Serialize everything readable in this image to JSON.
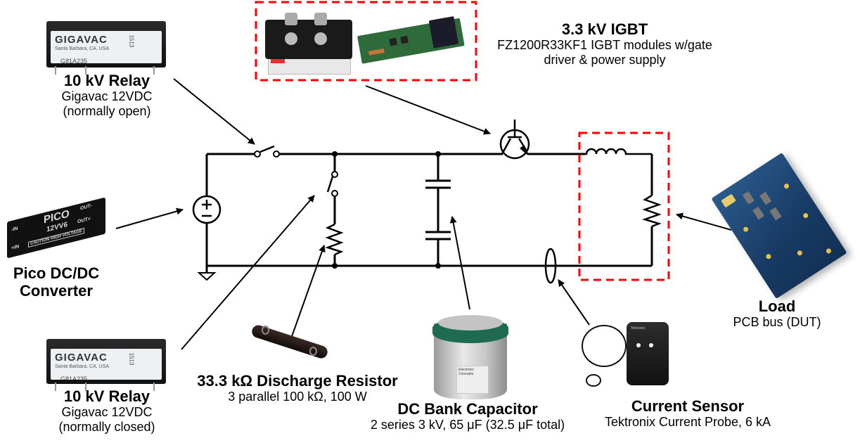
{
  "diagram": {
    "type": "circuit-schematic",
    "description": "Double-pulse / discharge test circuit with labeled component photos"
  },
  "components": {
    "relay_open": {
      "title": "10 kV Relay",
      "line1": "Gigavac 12VDC",
      "line2": "(normally  open)",
      "photo": {
        "brand": "GIGAVAC",
        "location": "Santa Barbara, CA, USA",
        "part": "G81A235",
        "code": "1513",
        "icon": "relay-photo"
      }
    },
    "igbt": {
      "title": "3.3 kV IGBT",
      "line1": "FZ1200R33KF1 IGBT modules w/gate",
      "line2": "driver & power supply",
      "photo": {
        "icon": "igbt-module-photo",
        "icon2": "gate-driver-board-photo"
      },
      "highlight_color": "#ff0000"
    },
    "pico": {
      "title_line1": "Pico DC/DC",
      "title_line2": "Converter",
      "photo": {
        "brand": "PICO",
        "part": "12VV6",
        "pin_in_neg": "-IN",
        "pin_in_pos": "+IN",
        "pin_out_neg": "OUT-",
        "pin_out_pos": "OUT+",
        "caution": "CAUTION HIGH VOLTAGE",
        "icon": "dc-dc-converter-photo"
      }
    },
    "relay_closed": {
      "title": "10 kV Relay",
      "line1": "Gigavac 12VDC",
      "line2": "(normally  closed)",
      "photo": {
        "brand": "GIGAVAC",
        "location": "Santa Barbara, CA, USA",
        "part": "G81A235",
        "code": "1513",
        "icon": "relay-photo"
      }
    },
    "resistor": {
      "title": "33.3 kΩ Discharge Resistor",
      "line1": "3 parallel 100 kΩ, 100 W",
      "photo": {
        "icon": "power-resistor-photo"
      }
    },
    "capacitor": {
      "title": "DC Bank Capacitor",
      "line1": "2 series 3 kV, 65 μF (32.5 μF total)",
      "photo": {
        "icon": "capacitor-photo",
        "brand": "Electronic Concepts"
      }
    },
    "current_sensor": {
      "title": "Current Sensor",
      "line1": "Tektronix Current Probe, 6 kA",
      "photo": {
        "icon": "current-probe-photo",
        "brand": "Tektronix"
      }
    },
    "load": {
      "title": "Load",
      "line1": "PCB bus (DUT)",
      "photo": {
        "icon": "pcb-board-photo"
      },
      "highlight_color": "#ff0000"
    }
  },
  "schematic": {
    "symbols": [
      "voltage-source",
      "ground",
      "relay-switch-open",
      "relay-switch-closed",
      "discharge-resistor",
      "capacitor-1",
      "capacitor-2",
      "igbt-transistor",
      "load-inductor",
      "load-resistor",
      "current-probe-loop"
    ],
    "source_plus": "+",
    "source_minus": "−"
  },
  "colors": {
    "wire": "#000000",
    "highlight": "#ff0000",
    "pcb": "#1d4470",
    "cap_green": "#1e6b4f"
  }
}
